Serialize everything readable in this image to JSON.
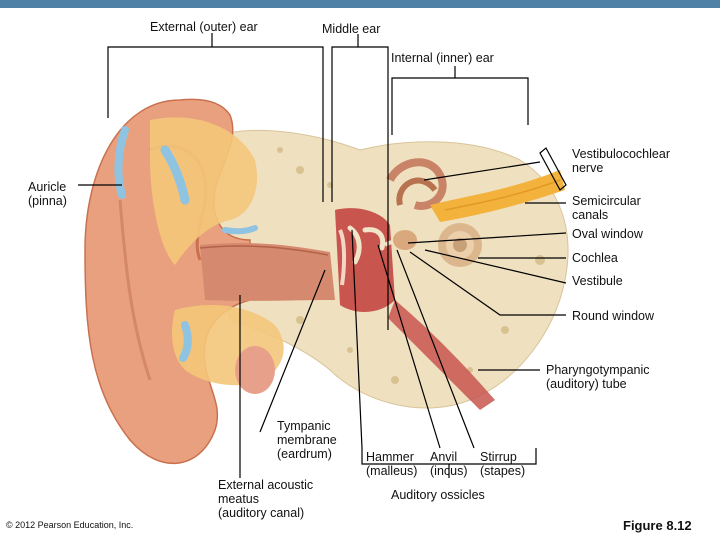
{
  "labels": {
    "external_ear": "External (outer) ear",
    "middle_ear": "Middle ear",
    "internal_ear": "Internal (inner) ear",
    "vestibulocochlear_nerve": "Vestibulocochlear\nnerve",
    "auricle": "Auricle\n(pinna)",
    "semicircular_canals": "Semicircular\ncanals",
    "oval_window": "Oval window",
    "cochlea": "Cochlea",
    "vestibule": "Vestibule",
    "round_window": "Round window",
    "pharyngotympanic_tube": "Pharyngotympanic\n(auditory) tube",
    "tympanic_membrane": "Tympanic\nmembrane\n(eardrum)",
    "external_acoustic_meatus": "External acoustic\nmeatus\n(auditory canal)",
    "hammer": "Hammer\n(malleus)",
    "anvil": "Anvil\n(incus)",
    "stirrup": "Stirrup\n(stapes)",
    "auditory_ossicles": "Auditory ossicles"
  },
  "copyright": "© 2012 Pearson Education, Inc.",
  "figure": "Figure 8.12",
  "colors": {
    "header_bar": "#4f81a6",
    "skin": "#e9a07e",
    "skin_dark": "#c9714f",
    "cartilage": "#8fc3e2",
    "bone": "#efe0bf",
    "fat": "#f4c77a",
    "nerve": "#f2b23c",
    "canal_red": "#c8554e"
  }
}
